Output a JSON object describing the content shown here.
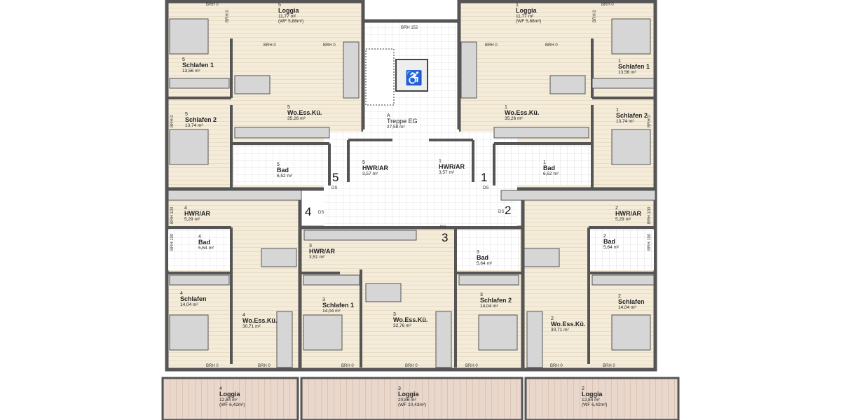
{
  "plan": {
    "colors": {
      "floor": "#f4ecd9",
      "loggia": "#ead7cb",
      "wall": "#555555",
      "furniture": "#d6d6d6",
      "tile": "#ffffff"
    },
    "icons": [
      "wheelchair-icon",
      "elevator",
      "stairs"
    ],
    "core": {
      "unit": "A",
      "name": "Treppe EG",
      "area": "27,58 m²",
      "brh": "BRH 152"
    },
    "unit_numbers": [
      "5",
      "1",
      "4",
      "2",
      "3"
    ],
    "ds_label": "DS",
    "brh0": "BRH 0",
    "brh100": "BRH 100",
    "units": {
      "5": {
        "loggia": {
          "n": "5",
          "name": "Loggia",
          "area": "11,77 m²",
          "wf": "(WF 5,88m²)"
        },
        "schlafen1": {
          "n": "5",
          "name": "Schlafen 1",
          "area": "13,56 m²"
        },
        "schlafen2": {
          "n": "5",
          "name": "Schlafen 2",
          "area": "13,74 m²"
        },
        "wohnen": {
          "n": "5",
          "name": "Wo.Ess.Kü.",
          "area": "35,26 m²"
        },
        "bad": {
          "n": "5",
          "name": "Bad",
          "area": "6,52 m²"
        },
        "hwr": {
          "n": "5",
          "name": "HWR/AR",
          "area": "3,57 m²"
        }
      },
      "1": {
        "loggia": {
          "n": "1",
          "name": "Loggia",
          "area": "11,77 m²",
          "wf": "(WF 5,88m²)"
        },
        "schlafen1": {
          "n": "1",
          "name": "Schlafen 1",
          "area": "13,56 m²"
        },
        "schlafen2": {
          "n": "1",
          "name": "Schlafen 2",
          "area": "13,74 m²"
        },
        "wohnen": {
          "n": "1",
          "name": "Wo.Ess.Kü.",
          "area": "35,26 m²"
        },
        "bad": {
          "n": "1",
          "name": "Bad",
          "area": "6,52 m²"
        },
        "hwr": {
          "n": "1",
          "name": "HWR/AR",
          "area": "3,57 m²"
        }
      },
      "4": {
        "hwr": {
          "n": "4",
          "name": "HWR/AR",
          "area": "5,29 m²"
        },
        "bad": {
          "n": "4",
          "name": "Bad",
          "area": "5,64 m²"
        },
        "schlafen": {
          "n": "4",
          "name": "Schlafen",
          "area": "14,04 m²"
        },
        "wohnen": {
          "n": "4",
          "name": "Wo.Ess.Kü.",
          "area": "30,71 m²"
        },
        "loggia": {
          "n": "4",
          "name": "Loggia",
          "area": "12,84 m²",
          "wf": "(WF 6,42m²)"
        }
      },
      "3": {
        "hwr": {
          "n": "3",
          "name": "HWR/AR",
          "area": "3,51 m²"
        },
        "schlafen1": {
          "n": "3",
          "name": "Schlafen 1",
          "area": "14,04 m²"
        },
        "wohnen": {
          "n": "3",
          "name": "Wo.Ess.Kü.",
          "area": "32,76 m²"
        },
        "bad": {
          "n": "3",
          "name": "Bad",
          "area": "5,64 m²"
        },
        "schlafen2": {
          "n": "3",
          "name": "Schlafen 2",
          "area": "14,04 m²"
        },
        "loggia": {
          "n": "3",
          "name": "Loggia",
          "area": "20,86 m²",
          "wf": "(WF 10,43m²)"
        }
      },
      "2": {
        "hwr": {
          "n": "2",
          "name": "HWR/AR",
          "area": "5,29 m²"
        },
        "bad": {
          "n": "2",
          "name": "Bad",
          "area": "5,64 m²"
        },
        "schlafen": {
          "n": "2",
          "name": "Schlafen",
          "area": "14,04 m²"
        },
        "wohnen": {
          "n": "2",
          "name": "Wo.Ess.Kü.",
          "area": "30,71 m²"
        },
        "loggia": {
          "n": "2",
          "name": "Loggia",
          "area": "12,84 m²",
          "wf": "(WF 6,42m²)"
        }
      }
    }
  }
}
